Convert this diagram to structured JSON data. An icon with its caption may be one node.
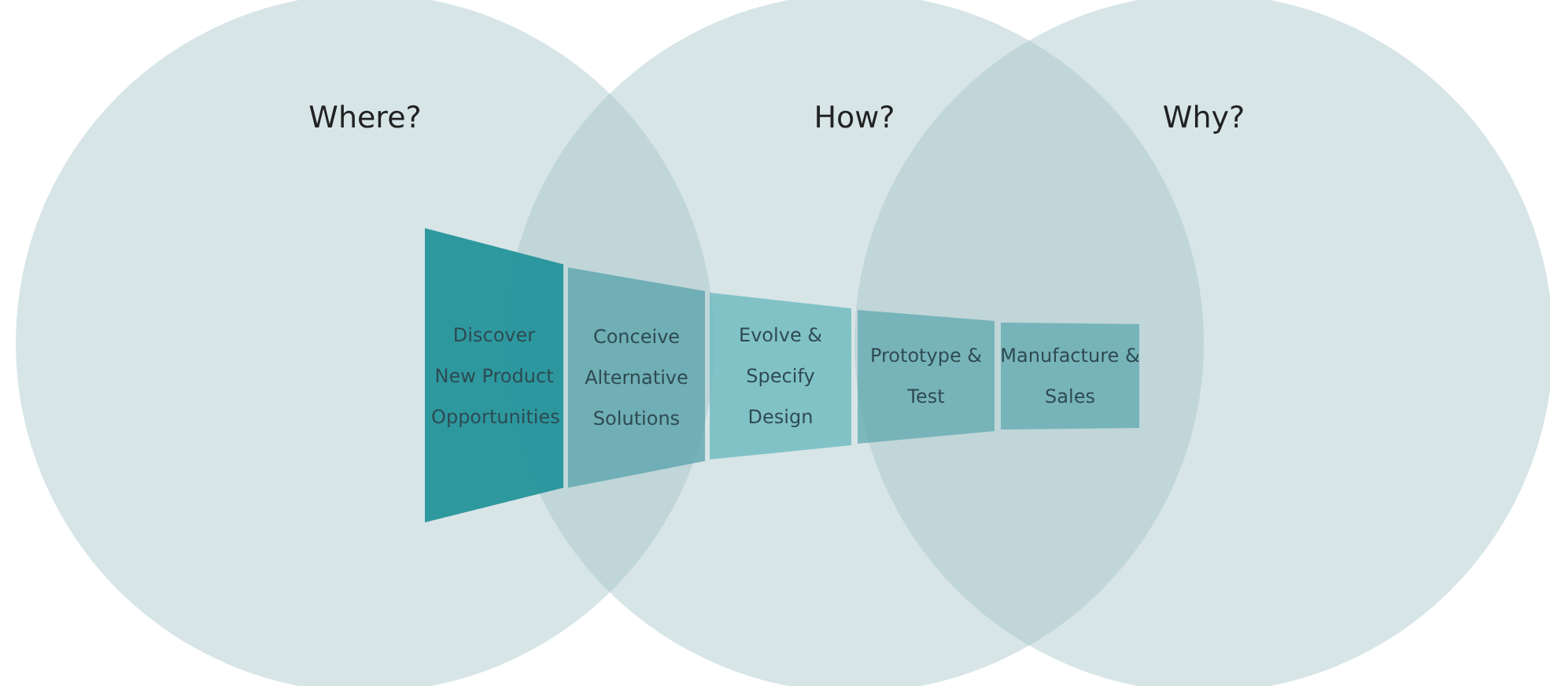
{
  "diagram": {
    "nodes": [
      {
        "text": [
          "Where?"
        ]
      },
      {
        "text": [
          "How?"
        ]
      },
      {
        "text": [
          "Why?"
        ]
      },
      {
        "text": [
          "Discover New Product Opportunities"
        ],
        "in": 0
      },
      {
        "text": [
          "Conceive Alternative Solutions"
        ]
      },
      {
        "text": [
          "Evolve & Specify Design"
        ],
        "in": 1
      },
      {
        "text": [
          "Prototype & Test"
        ]
      },
      {
        "text": [
          "Manufacture & Sales"
        ]
      }
    ]
  }
}
